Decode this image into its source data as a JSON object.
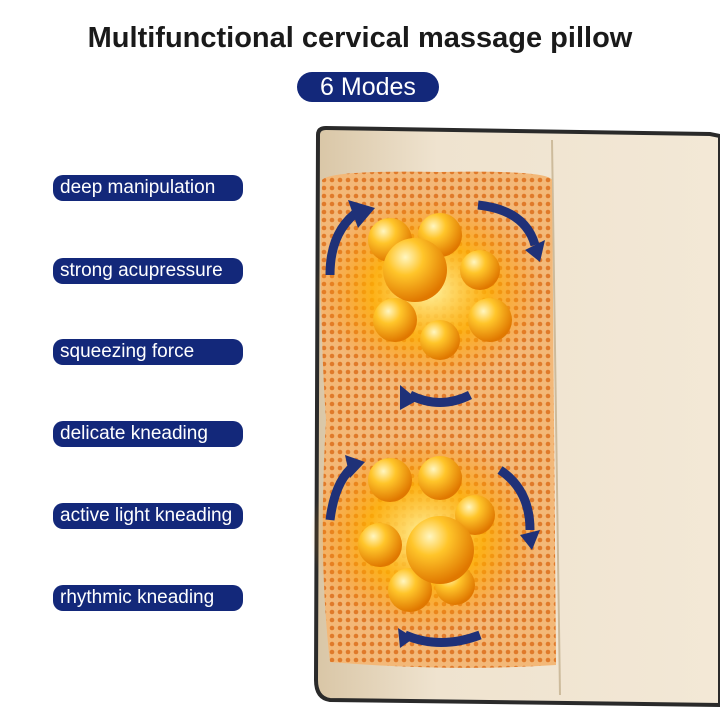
{
  "title": "Multifunctional cervical massage pillow",
  "modes_badge": "6 Modes",
  "modes": [
    "deep manipulation",
    "strong acupressure",
    "squeezing force",
    "delicate kneading",
    "active light kneading",
    "rhythmic kneading"
  ],
  "colors": {
    "badge": "#13287a",
    "pillow": "#e9dcc6",
    "mesh": "#f0a050",
    "arrows": "#1f3178",
    "glow": "#ffc21a"
  },
  "icons": [
    "rotation-arrow-icon"
  ]
}
